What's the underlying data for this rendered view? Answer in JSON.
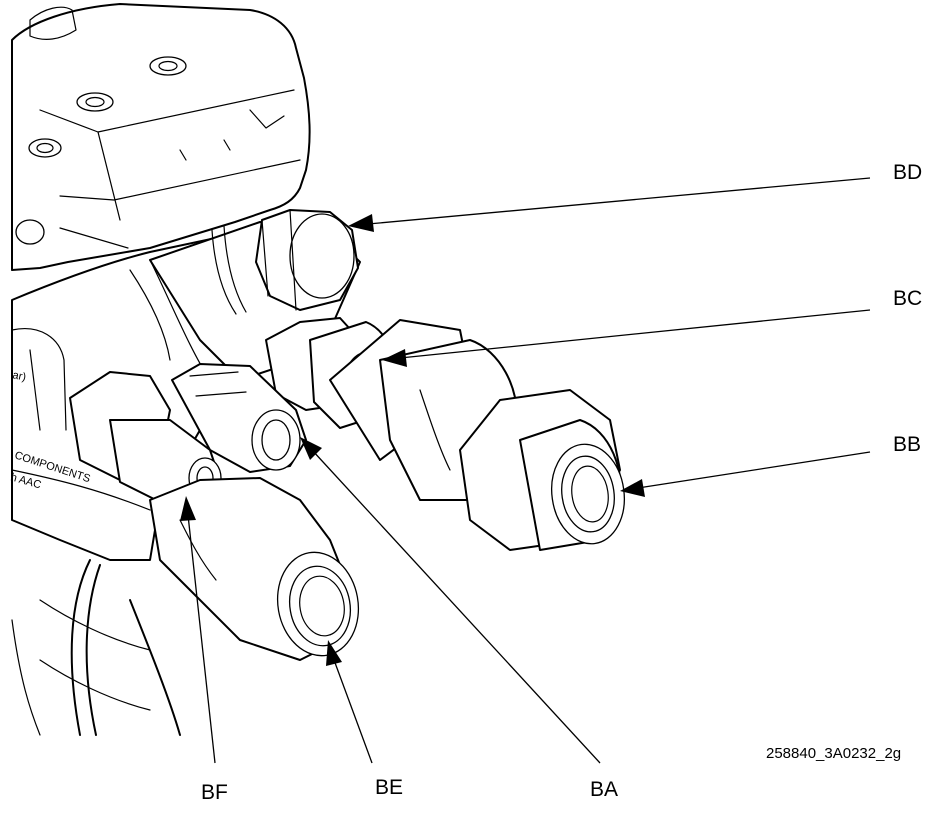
{
  "callouts": {
    "bd": "BD",
    "bc": "BC",
    "bb": "BB",
    "ba": "BA",
    "be": "BE",
    "bf": "BF"
  },
  "labels": {
    "components": "COMPONENTS",
    "aac": "h AAC",
    "bar": "ar)"
  },
  "figure_id": "258840_3A0232_2g"
}
